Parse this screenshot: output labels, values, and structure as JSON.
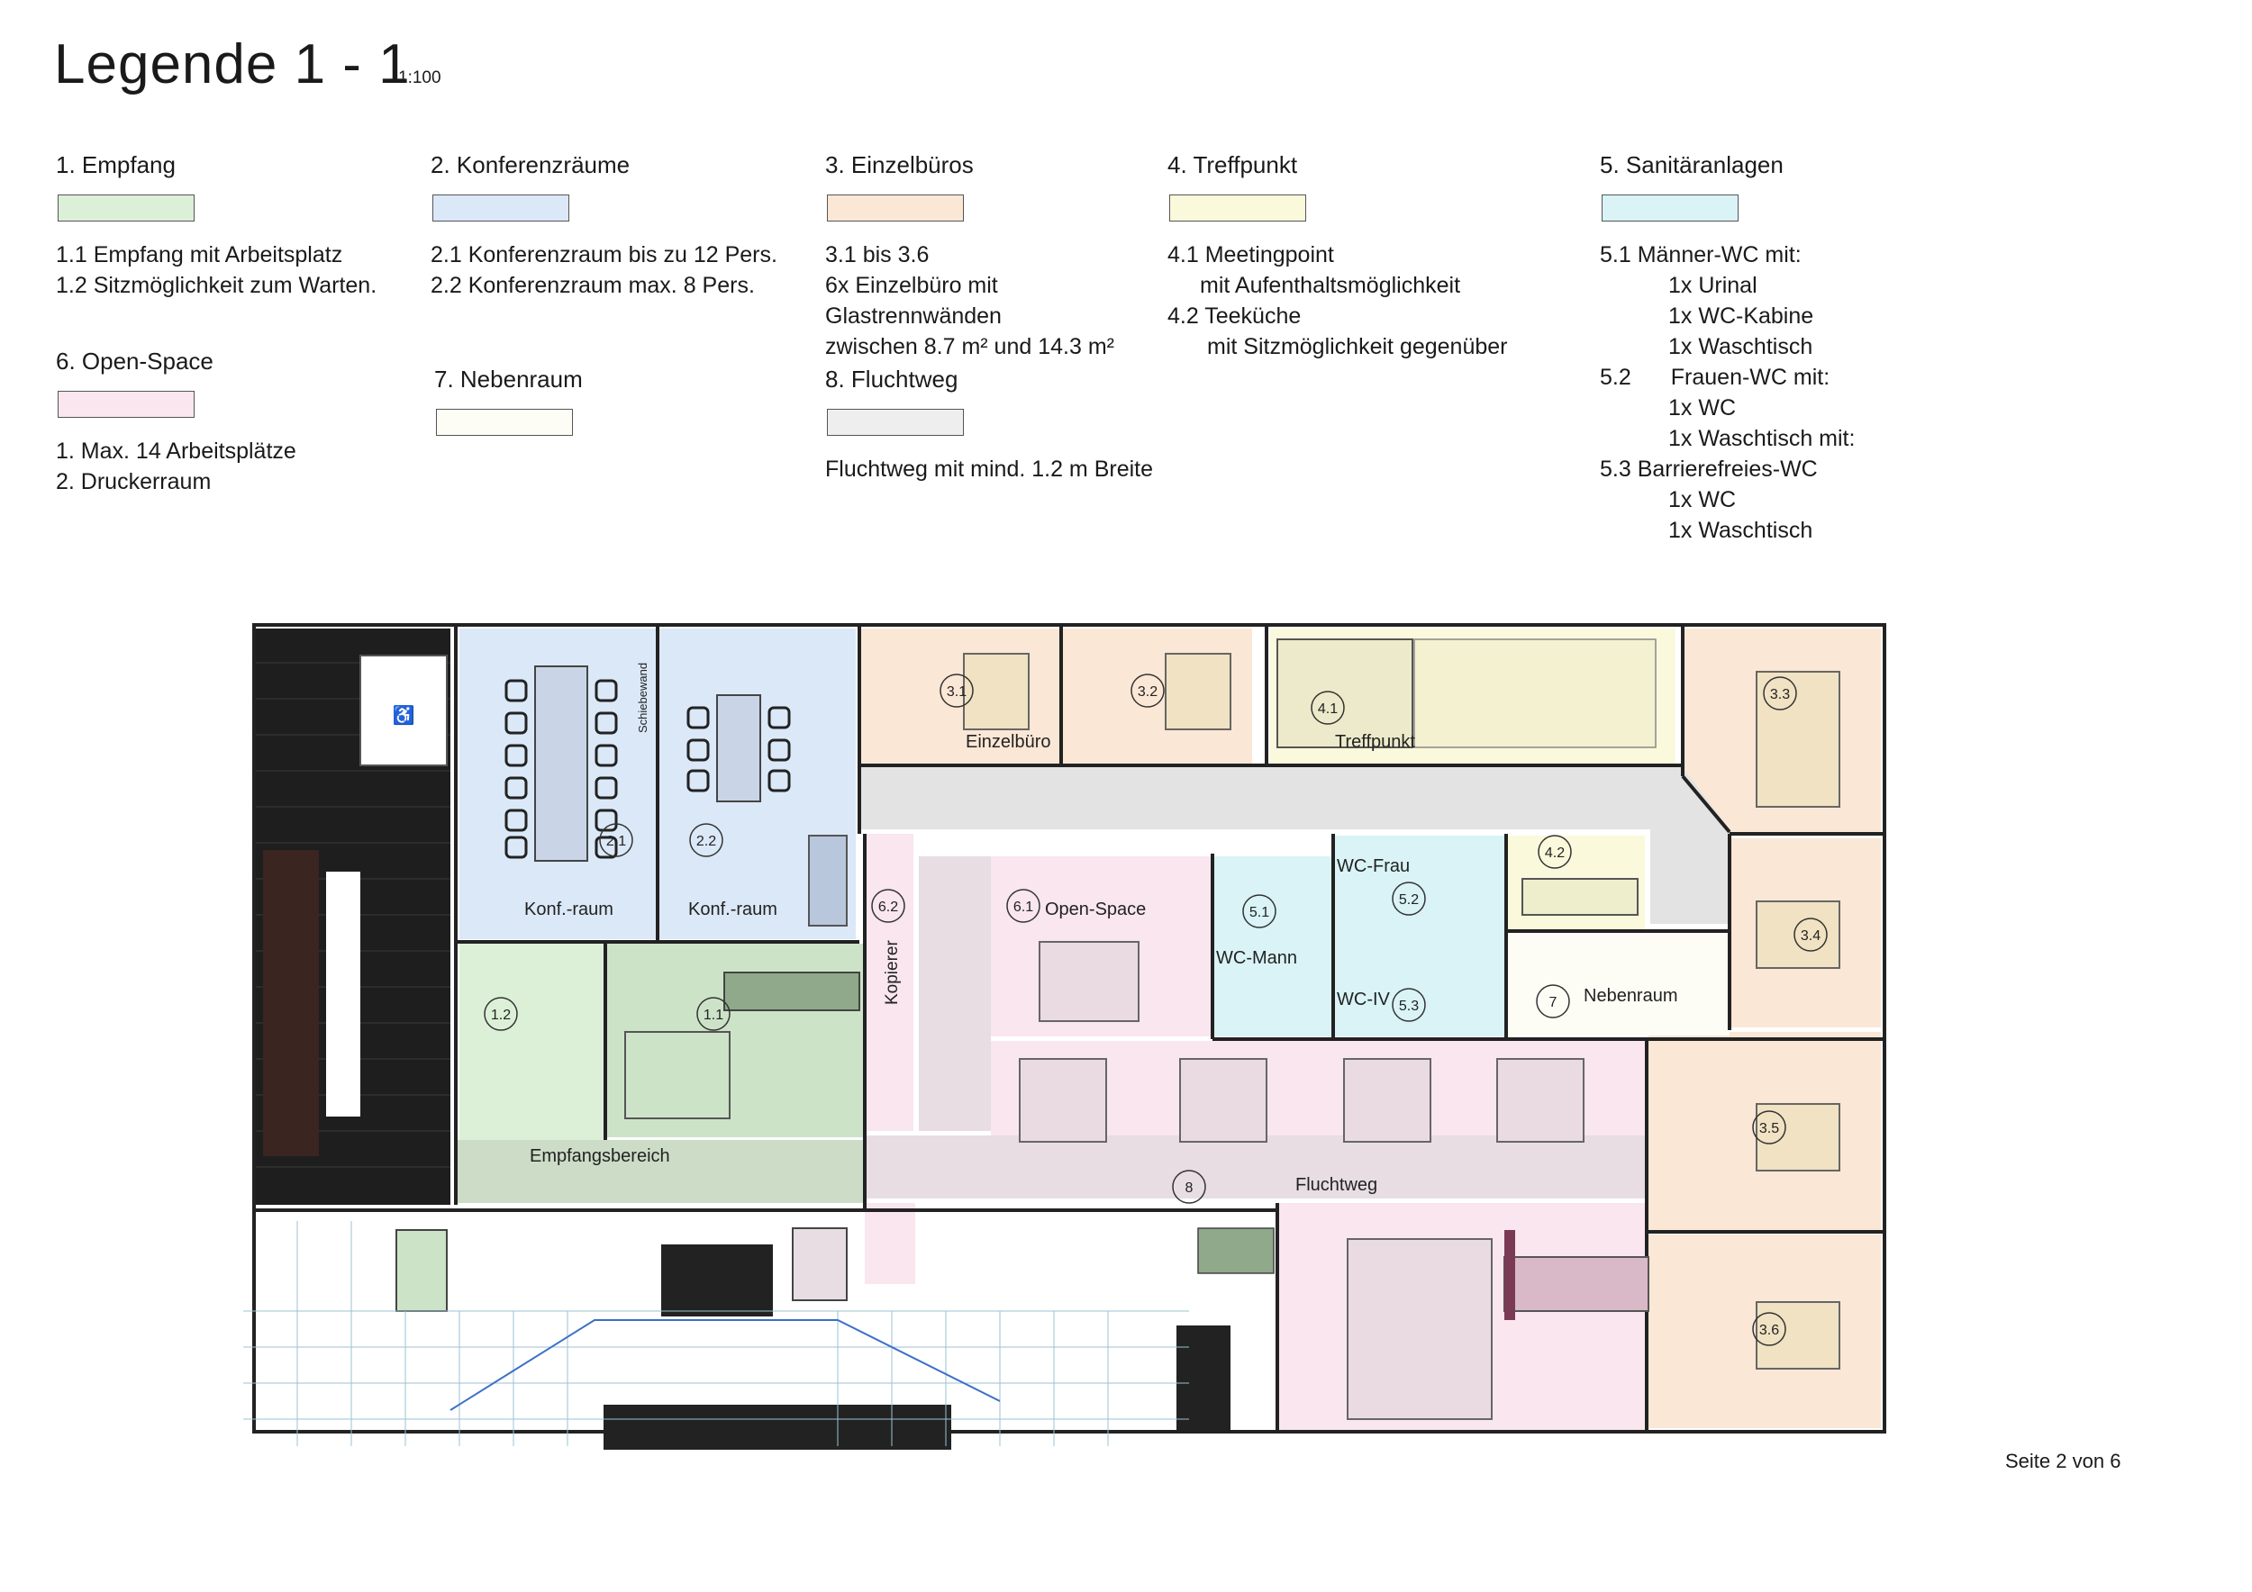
{
  "header": {
    "title": "Legende 1 - 1",
    "scale": "1:100"
  },
  "legend": [
    {
      "heading": "1. Empfang",
      "color": "#dcf0d8",
      "lines": [
        "1.1 Empfang mit Arbeitsplatz",
        "1.2 Sitzmöglichkeit zum Warten."
      ]
    },
    {
      "heading": "2. Konferenzräume",
      "color": "#dbe8f8",
      "lines": [
        "2.1 Konferenzraum bis zu 12 Pers.",
        "2.2 Konferenzraum max. 8 Pers."
      ]
    },
    {
      "heading": "3. Einzelbüros",
      "color": "#fbe7d6",
      "lines": [
        "3.1 bis 3.6",
        "6x Einzelbüro mit",
        "Glastrennwänden",
        "zwischen 8.7 m² und 14.3 m²"
      ]
    },
    {
      "heading": "4. Treffpunkt",
      "color": "#fbf9dc",
      "lines": [
        "4.1 Meetingpoint",
        "mit Aufenthaltsmöglichkeit",
        "4.2 Teeküche",
        "mit Sitzmöglichkeit gegenüber"
      ]
    },
    {
      "heading": "5. Sanitäranlagen",
      "color": "#d9f3f6",
      "lines": [
        "5.1 Männer-WC mit:",
        "1x Urinal",
        "1x WC-Kabine",
        "1x Waschtisch",
        "5.2",
        "Frauen-WC mit:",
        "1x WC",
        "1x Waschtisch mit:",
        "5.3 Barrierefreies-WC",
        "1x WC",
        "1x Waschtisch"
      ]
    },
    {
      "heading": "6. Open-Space",
      "color": "#f9e6ef",
      "lines": [
        "1. Max. 14 Arbeitsplätze",
        "2. Druckerraum"
      ]
    },
    {
      "heading": "7. Nebenraum",
      "color": "#fdfdf6",
      "lines": []
    },
    {
      "heading": "8. Fluchtweg",
      "color": "#eeeeee",
      "lines": [
        "Fluchtweg mit mind. 1.2 m Breite"
      ]
    }
  ],
  "plan": {
    "rooms": {
      "einzelbuero": "Einzelbüro",
      "treffpunkt": "Treffpunkt",
      "konf1": "Konf.-raum",
      "konf2": "Konf.-raum",
      "open_space": "Open-Space",
      "wc_frau": "WC-Frau",
      "wc_mann": "WC-Mann",
      "wc_iv": "WC-IV",
      "nebenraum": "Nebenraum",
      "empfangsbereich": "Empfangsbereich",
      "fluchtweg": "Fluchtweg",
      "kopierer": "Kopierer",
      "schiebewand": "Schiebewand"
    },
    "markers": [
      "3.1",
      "3.2",
      "4.1",
      "3.3",
      "2.1",
      "2.2",
      "6.2",
      "6.1",
      "5.1",
      "5.2",
      "4.2",
      "3.4",
      "1.2",
      "1.1",
      "5.3",
      "7",
      "3.5",
      "8",
      "3.6"
    ]
  },
  "footer": {
    "page": "Seite 2 von 6"
  }
}
